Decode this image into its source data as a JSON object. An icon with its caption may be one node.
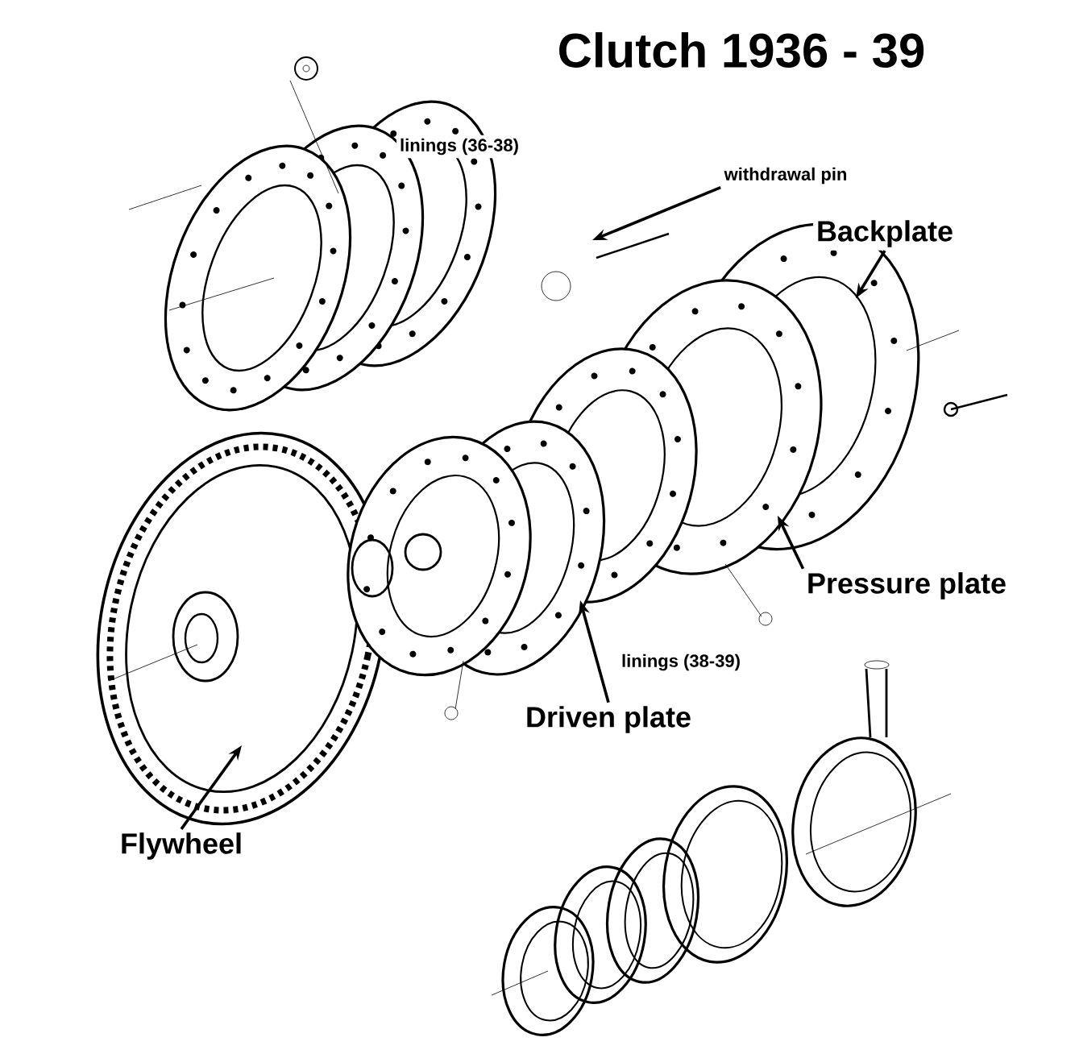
{
  "diagram": {
    "title": "Clutch 1936 - 39",
    "nodes": [
      {
        "text": [
          "withdrawal pin"
        ]
      },
      {
        "text": [
          "Backplate"
        ]
      },
      {
        "text": [
          "Pressure plate"
        ]
      },
      {
        "text": [
          "Driven plate"
        ]
      },
      {
        "text": [
          "Flywheel"
        ]
      }
    ],
    "edges": [
      {
        "from": 0,
        "to": null,
        "arrow": "to"
      },
      {
        "from": 1,
        "to": null,
        "arrow": "to"
      },
      {
        "from": 2,
        "to": null,
        "arrow": "to"
      },
      {
        "from": 3,
        "to": null,
        "arrow": "to"
      },
      {
        "from": 4,
        "to": null,
        "arrow": "to"
      }
    ],
    "labels": [
      "linings (36-38)",
      "linings (38-39)"
    ]
  }
}
